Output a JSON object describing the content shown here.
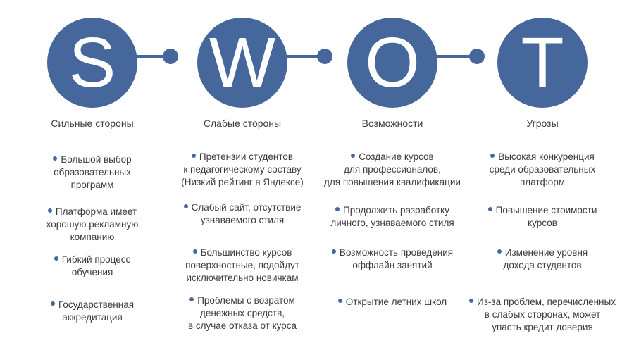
{
  "colors": {
    "primary": "#46679c",
    "text": "#3c3c3c",
    "background": "#ffffff"
  },
  "columns": [
    {
      "letter": "S",
      "title": "Сильные стороны",
      "items": [
        [
          "Большой выбор",
          "образовательных",
          "программ"
        ],
        [
          "Платформа имеет",
          "хорошую рекламную",
          "компанию"
        ],
        [
          "Гибкий процесс",
          "обучения"
        ],
        [
          "Государственная",
          "аккредитация"
        ]
      ]
    },
    {
      "letter": "W",
      "title": "Слабые стороны",
      "items": [
        [
          "Претензии студентов",
          "к педагогическому составу",
          "(Низкий рейтинг в Яндексе)"
        ],
        [
          "Слабый сайт, отсутствие",
          "узнаваемого стиля"
        ],
        [
          "Большинство курсов",
          "поверхностные, подойдут",
          "исключительно новичкам"
        ],
        [
          "Проблемы с возратом",
          "денежных средств,",
          "в случае отказа от курса"
        ]
      ]
    },
    {
      "letter": "O",
      "title": "Возможности",
      "items": [
        [
          "Создание курсов",
          "для профессионалов,",
          "для повышения квалификации"
        ],
        [
          "Продолжить разработку",
          "личного, узнаваемого стиля"
        ],
        [
          "Возможность проведения",
          "оффлайн занятий"
        ],
        [
          "Открытие летних школ"
        ]
      ]
    },
    {
      "letter": "T",
      "title": "Угрозы",
      "items": [
        [
          "Высокая конкуренция",
          "среди образовательных",
          "платформ"
        ],
        [
          "Повышение стоимости",
          "курсов"
        ],
        [
          "Изменение уровня",
          "дохода студентов"
        ],
        [
          "Из-за проблем, перечисленных",
          "в слабых сторонах, может",
          "упасть кредит доверия"
        ]
      ]
    }
  ]
}
